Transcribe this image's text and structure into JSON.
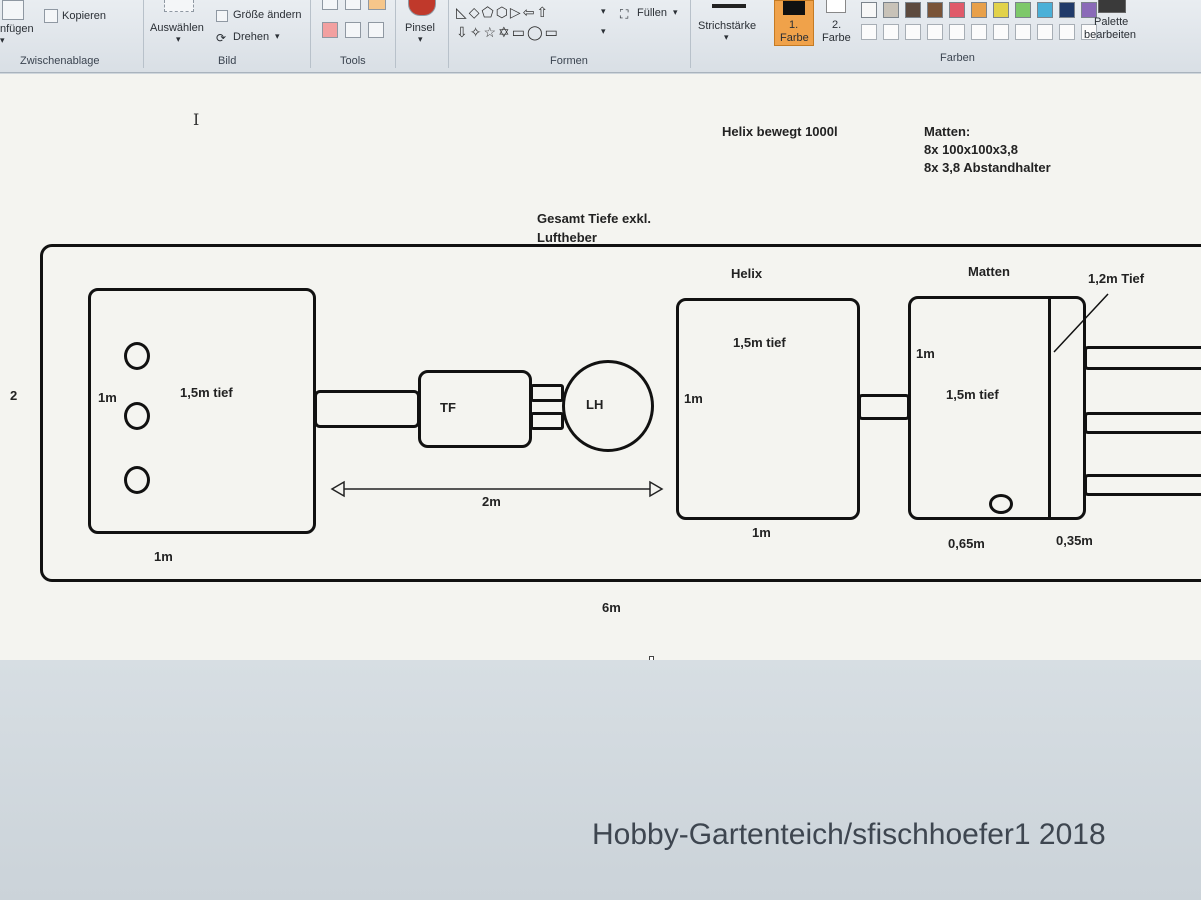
{
  "ribbon": {
    "paste_label": "nfügen",
    "copy_label": "Kopieren",
    "select_label": "Auswählen",
    "resize_label": "Größe ändern",
    "rotate_label": "Drehen",
    "brush_label": "Pinsel",
    "fill_label": "Füllen",
    "stroke_label": "Strichstärke",
    "color1_label": [
      "1.",
      "Farbe"
    ],
    "color2_label": [
      "2.",
      "Farbe"
    ],
    "palette_label": [
      "Palette",
      "bearbeiten"
    ],
    "groups": {
      "clipboard": "Zwischenablage",
      "image": "Bild",
      "tools": "Tools",
      "shapes": "Formen",
      "colors": "Farben"
    },
    "palette_colors": [
      "#f7f7f7",
      "#c8c2b8",
      "#5d4a3e",
      "#7a5438",
      "#e05a6a",
      "#e8a04a",
      "#e2d24a",
      "#7dc86a",
      "#4ab0d8",
      "#203a6a",
      "#8a6ab8"
    ]
  },
  "drawing": {
    "note_helix": "Helix bewegt 1000l",
    "note_mats": [
      "Matten:",
      "8x 100x100x3,8",
      "8x 3,8 Abstandhalter"
    ],
    "note_depth": [
      "Gesamt Tiefe exkl.",
      "Luftheber"
    ],
    "label_left_width": "2",
    "box1": {
      "side": "1m",
      "depth": "1,5m tief",
      "bottom": "1m"
    },
    "tf": "TF",
    "lh": "LH",
    "span": "2m",
    "helix": {
      "title": "Helix",
      "depth": "1,5m tief",
      "side": "1m",
      "bottom": "1m"
    },
    "matten": {
      "title": "Matten",
      "side": "1m",
      "depth": "1,5m tief",
      "bottom_left": "0,65m",
      "bottom_right": "0,35m"
    },
    "outlet_depth": "1,2m Tief",
    "total_length": "6m"
  },
  "watermark": "Hobby-Gartenteich/sfischhoefer1 2018"
}
